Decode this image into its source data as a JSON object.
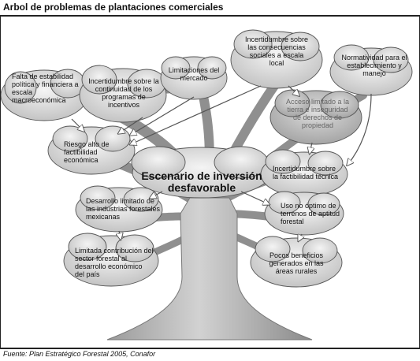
{
  "title": "Arbol de problemas de plantaciones comerciales",
  "source": "Fuente: Plan Estratégico Forestal 2005, Conafor",
  "center_problem": "Escenario de inversión desfavorable",
  "causes": {
    "falta_estabilidad": "Falta de estabilidad política y financiera a escala macroeconómica",
    "incertidumbre_programas": "Incertidumbre sobre la continuidad de los programas de incentivos",
    "limitaciones_mercado": "Limitaciones del mercado",
    "incertidumbre_social": "Incertidumbre sobre las consecuencias sociales a escala local",
    "normatividad": "Normatividad para el establecimiento y manejo",
    "acceso_limitado": "Acceso limitado a la tierra e inseguridad de derechos de propiedad",
    "riesgo_alto": "Riesgo alto de factibilidad económica",
    "incertidumbre_tecnica": "Incertidumbre sobre la factibilidad técnica"
  },
  "effects": {
    "desarrollo_limitado": "Desarrollo limitado de las industrias forestales mexicanas",
    "uso_no_optimo": "Uso no óptimo de terrenos de aptitud forestal",
    "limitada_contribucion": "Limitada contribución del sector forestal al desarrollo económico del país",
    "pocos_beneficios": "Pocos beneficios generados en las áreas rurales"
  }
}
